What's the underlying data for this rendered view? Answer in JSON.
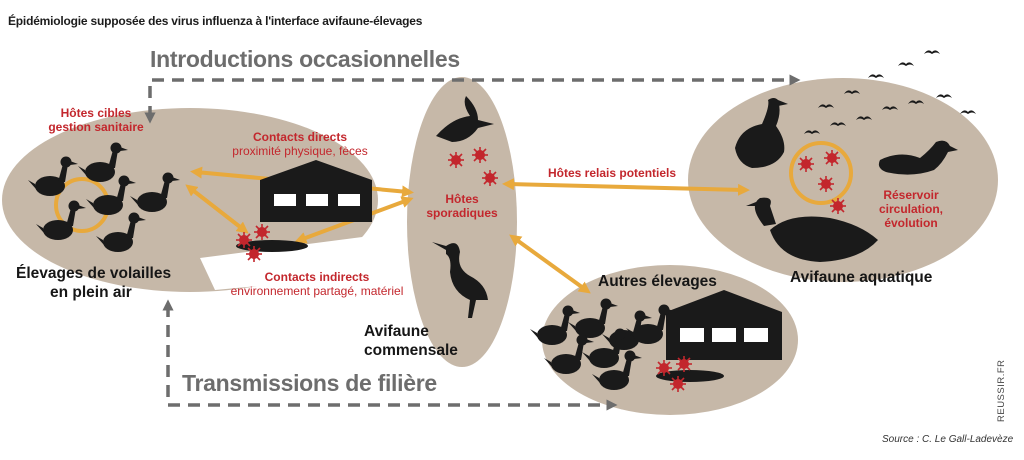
{
  "title": "Épidémiologie supposée des virus influenza à l'interface avifaune-élevages",
  "flows": {
    "top": "Introductions occasionnelles",
    "bottom": "Transmissions de filière"
  },
  "nodes": {
    "poultry": {
      "line1": "Élevages de volailles",
      "line2": "en plein air"
    },
    "commensal": {
      "line1": "Avifaune",
      "line2": "commensale"
    },
    "other_farms": {
      "label": "Autres élevages"
    },
    "aquatic": {
      "label": "Avifaune aquatique"
    }
  },
  "annotations": {
    "target_hosts": {
      "line1": "Hôtes cibles",
      "line2": "gestion sanitaire"
    },
    "direct_contacts": {
      "line1": "Contacts directs",
      "line2": "proximité physique, fèces"
    },
    "indirect_contacts": {
      "line1": "Contacts indirects",
      "line2": "environnement partagé, matériel"
    },
    "sporadic_hosts": {
      "line1": "Hôtes",
      "line2": "sporadiques"
    },
    "relay_hosts": "Hôtes relais potentiels",
    "reservoir": {
      "line1": "Réservoir",
      "line2": "circulation,",
      "line3": "évolution"
    }
  },
  "source": "Source : C. Le Gall-Ladevèze",
  "credit": "REUSSIR.FR",
  "colors": {
    "ellipse": "#c6b8a8",
    "arrow_orange": "#e8a93c",
    "dashed_gray": "#6d6d6d",
    "virus_red": "#c3272d",
    "silhouette": "#1a1a1a"
  }
}
